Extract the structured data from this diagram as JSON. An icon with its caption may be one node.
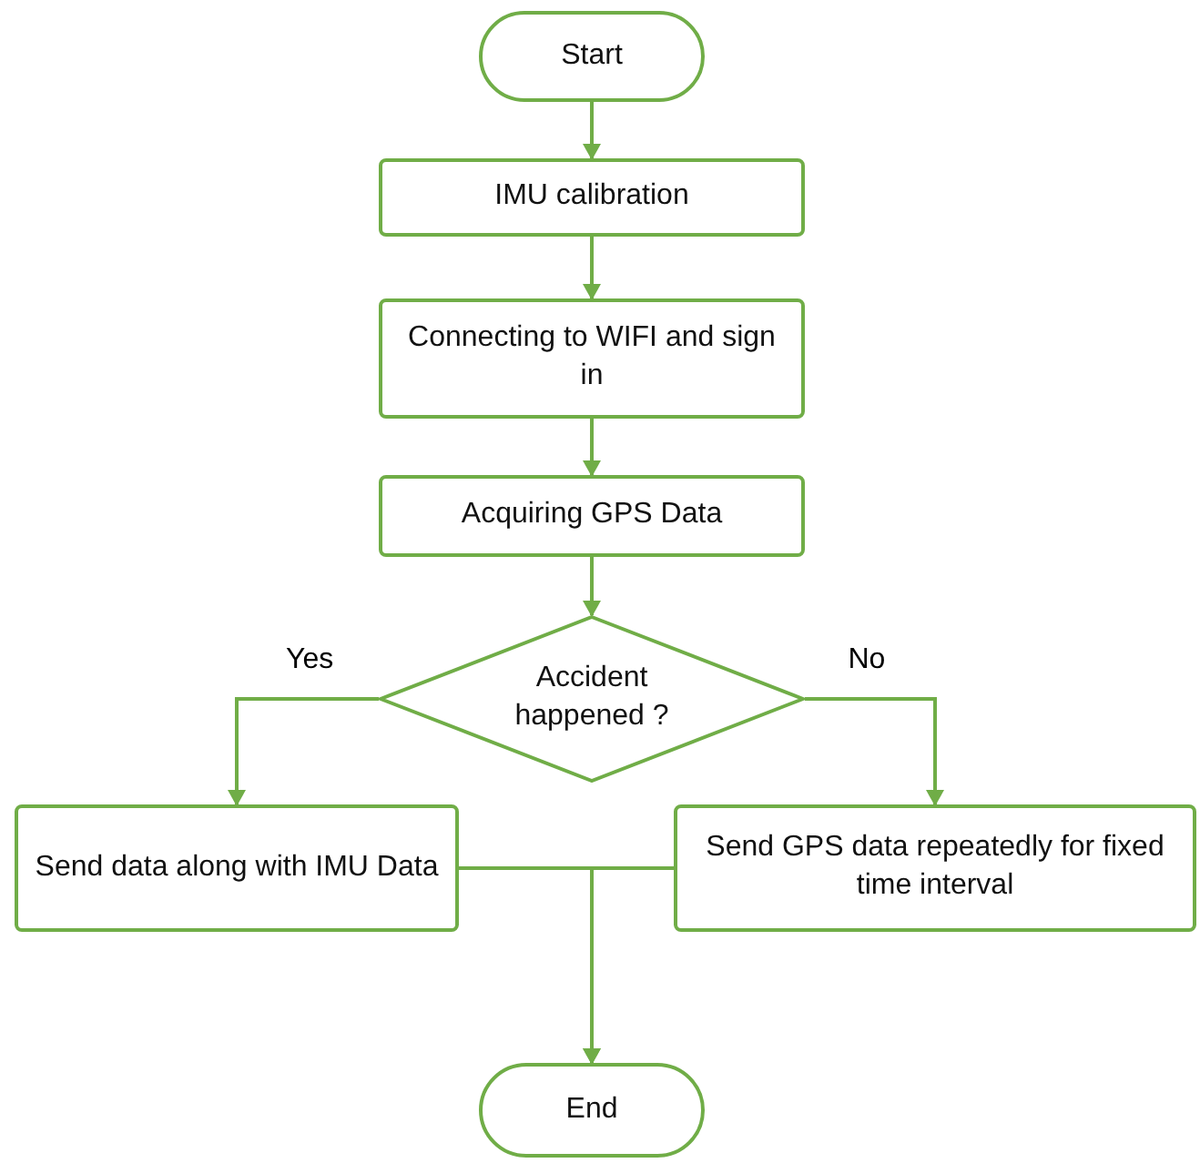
{
  "diagram": {
    "nodes": [
      {
        "text": [
          "Start"
        ]
      },
      {
        "text": [
          "IMU calibration"
        ]
      },
      {
        "text": [
          "Connecting to WIFI and sign in"
        ]
      },
      {
        "text": [
          "Acquiring  GPS Data"
        ]
      },
      {
        "text": [
          "Accident happened ?"
        ]
      },
      {
        "text": [
          "Send data along with IMU Data"
        ]
      },
      {
        "text": [
          "Send GPS data repeatedly for fixed time interval"
        ]
      },
      {
        "text": [
          "End"
        ]
      }
    ],
    "edges": [
      {
        "from": 0,
        "to": 1,
        "arrow": "to"
      },
      {
        "from": 1,
        "to": 2,
        "arrow": "to"
      },
      {
        "from": 2,
        "to": 3,
        "arrow": "to"
      },
      {
        "from": 3,
        "to": 4,
        "arrow": "to"
      },
      {
        "from": 4,
        "to": 5,
        "arrow": "to",
        "label": "Yes"
      },
      {
        "from": 4,
        "to": 6,
        "arrow": "to",
        "label": "No"
      },
      {
        "from": 5,
        "to": 7,
        "arrow": "to"
      },
      {
        "from": 6,
        "to": 7,
        "arrow": "to"
      }
    ]
  }
}
